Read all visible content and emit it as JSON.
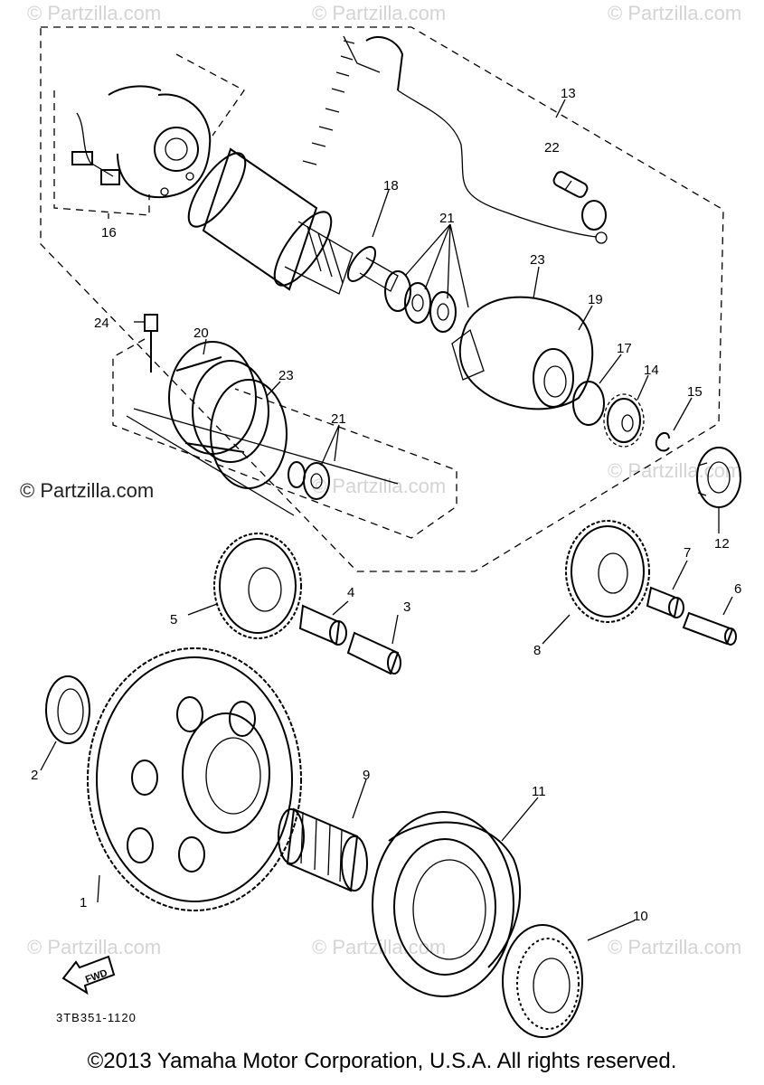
{
  "watermark": "© Partzilla.com",
  "watermark_primary": "© Partzilla.com",
  "part_code": "3TB351-1120",
  "copyright": "©2013 Yamaha Motor Corporation, U.S.A. All rights reserved.",
  "fwd_label": "FWD",
  "callouts": [
    "1",
    "2",
    "3",
    "4",
    "5",
    "6",
    "7",
    "8",
    "9",
    "10",
    "11",
    "12",
    "13",
    "14",
    "15",
    "16",
    "17",
    "18",
    "19",
    "20",
    "21",
    "22",
    "23",
    "24"
  ],
  "callout_21b": "21",
  "callout_23b": "23"
}
